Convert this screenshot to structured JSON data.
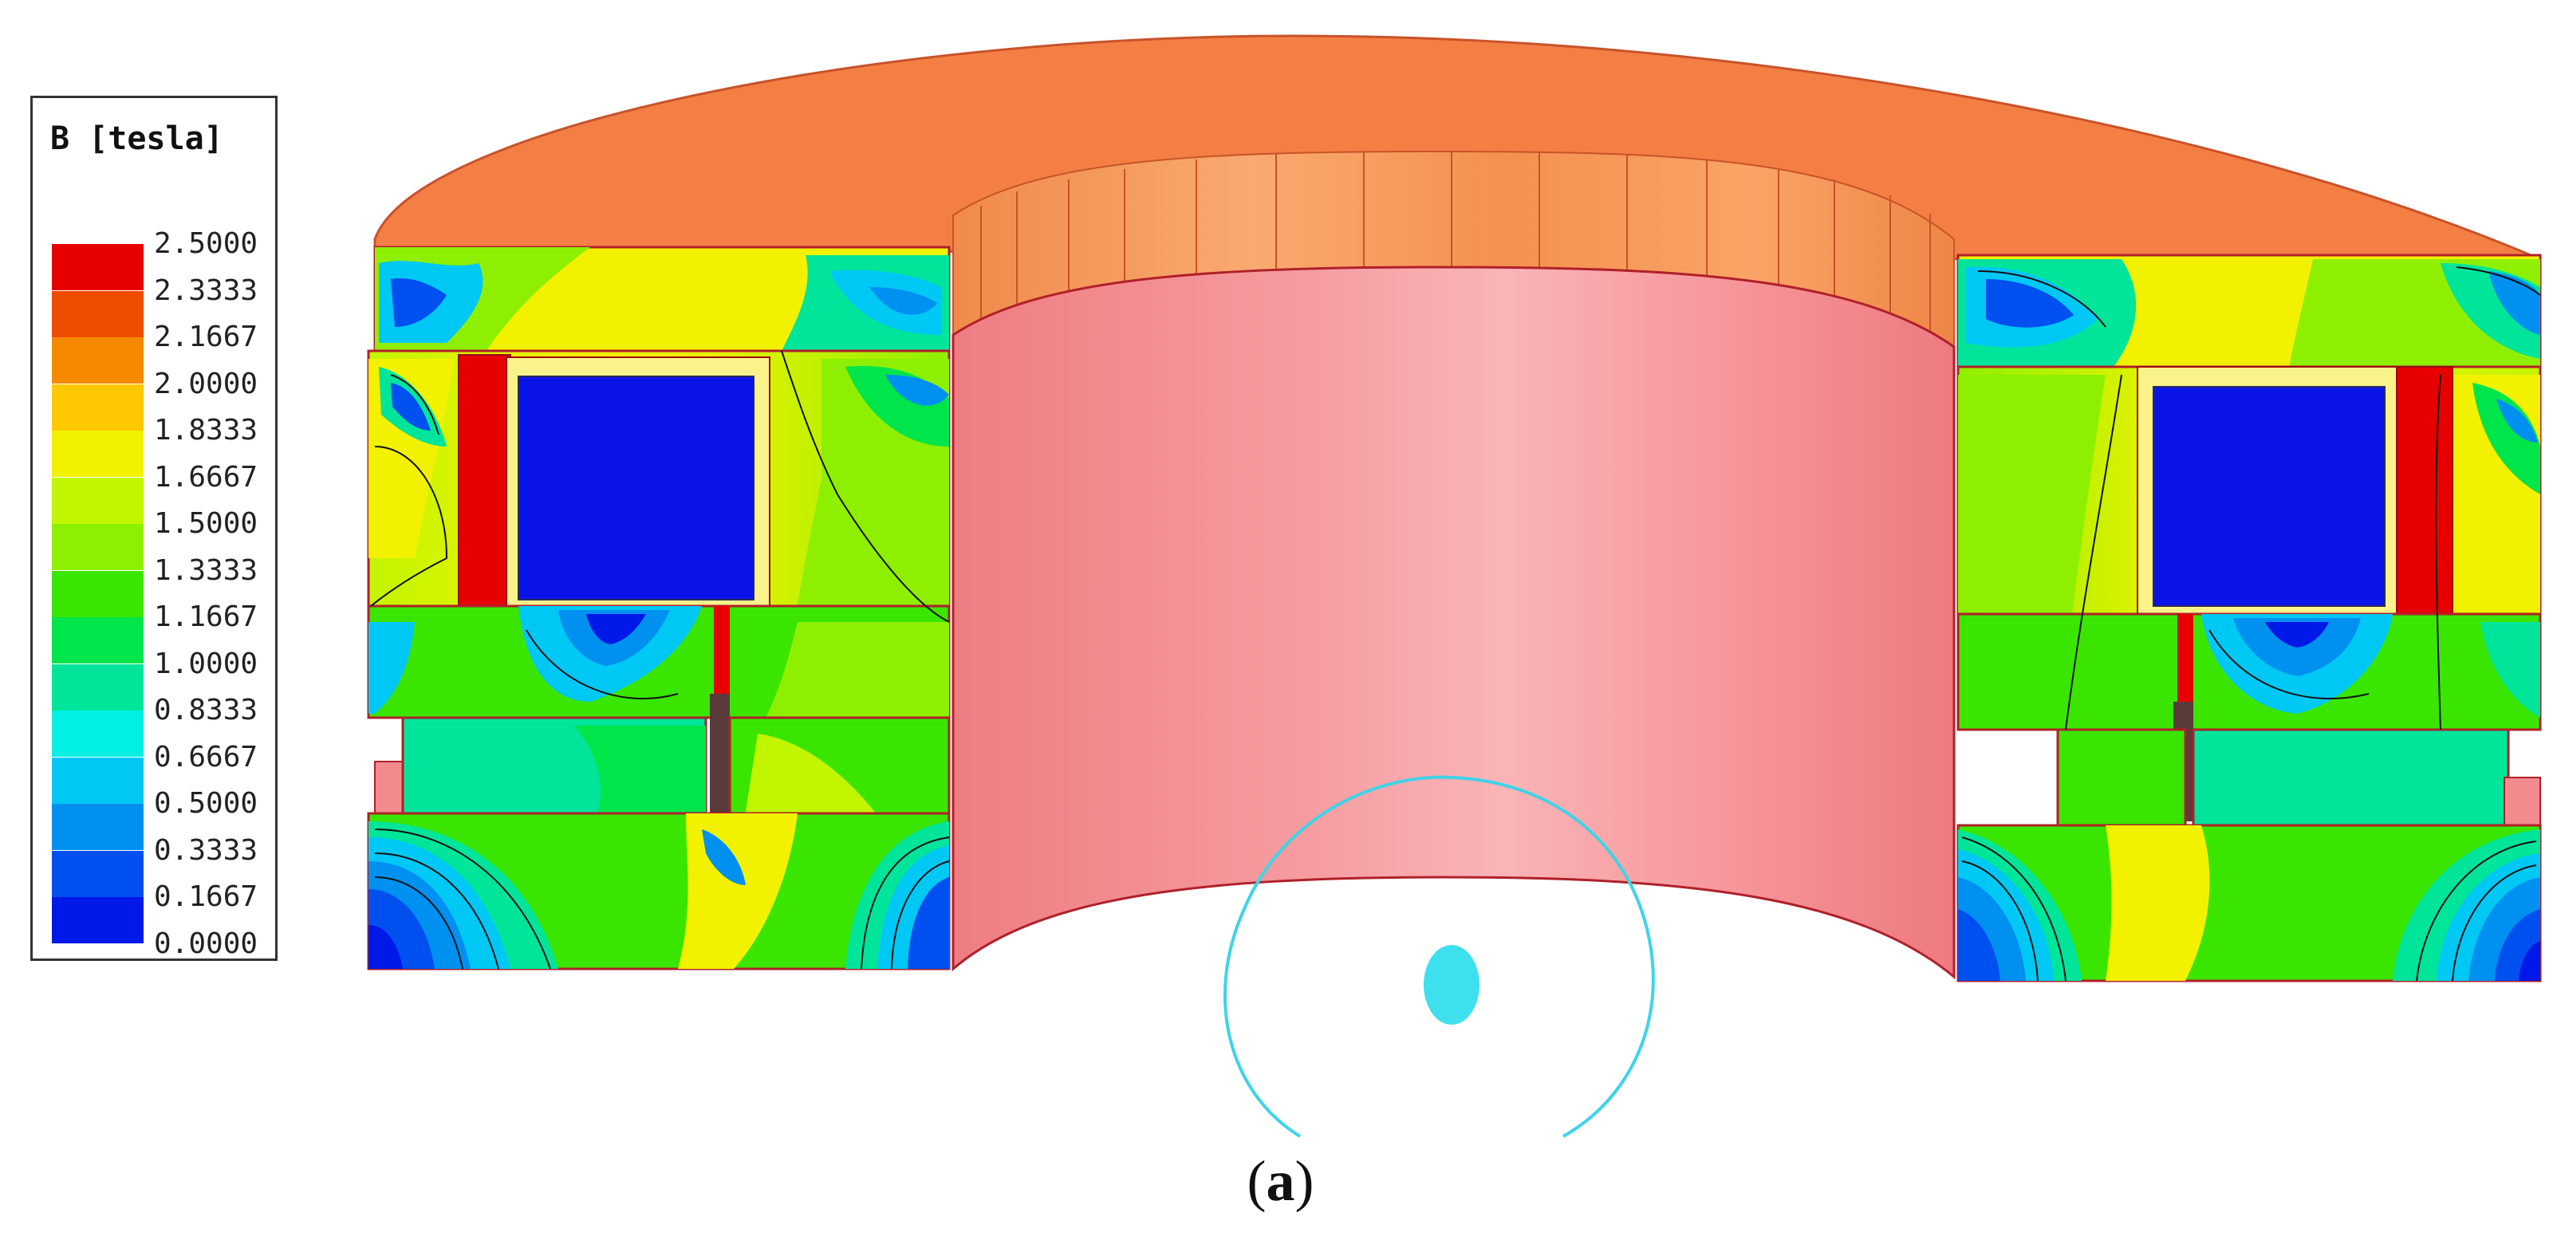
{
  "legend": {
    "title": "B [tesla]",
    "entries": [
      {
        "label": "2.5000",
        "color": "#e60000"
      },
      {
        "label": "2.3333",
        "color": "#f04c00"
      },
      {
        "label": "2.1667",
        "color": "#f58a00"
      },
      {
        "label": "2.0000",
        "color": "#ffc800"
      },
      {
        "label": "1.8333",
        "color": "#f2f200"
      },
      {
        "label": "1.6667",
        "color": "#c2f500"
      },
      {
        "label": "1.5000",
        "color": "#8ef000"
      },
      {
        "label": "1.3333",
        "color": "#3ae600"
      },
      {
        "label": "1.1667",
        "color": "#00e54a"
      },
      {
        "label": "1.0000",
        "color": "#00e59a"
      },
      {
        "label": "0.8333",
        "color": "#00f0e4"
      },
      {
        "label": "0.6667",
        "color": "#00c8f5"
      },
      {
        "label": "0.5000",
        "color": "#0090f0"
      },
      {
        "label": "0.3333",
        "color": "#0050f0"
      },
      {
        "label": "0.1667",
        "color": "#0018e8"
      },
      {
        "label": "0.0000",
        "color": "#ffffff"
      }
    ]
  },
  "colors": {
    "top_plate": "#f47f45",
    "top_plate_edge": "#c8532a",
    "cylinder": "#f28b8e",
    "cylinder_highlight": "#f9b1b4",
    "coil": "#0a14e8",
    "magnet_bar": "#e60000",
    "outline": "#9a0a14",
    "cyan_ring": "#3fd3e8"
  },
  "caption": {
    "open": "(",
    "letter": "a",
    "close": ")"
  }
}
